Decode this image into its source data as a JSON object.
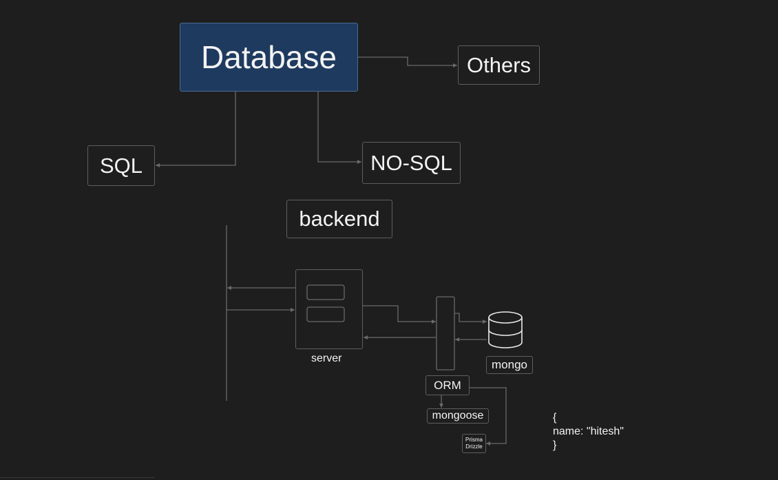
{
  "nodes": {
    "database": "Database",
    "others": "Others",
    "sql": "SQL",
    "nosql": "NO-SQL",
    "backend": "backend",
    "server": "server",
    "mongo": "mongo",
    "orm": "ORM",
    "mongoose": "mongoose",
    "prisma": "Prisma",
    "drizzle": "Drizzle"
  },
  "note": {
    "open": "{",
    "body": "name: \"hitesh\"",
    "close": "}"
  },
  "colors": {
    "background": "#1e1e1e",
    "database_fill": "#1e3a5f",
    "stroke": "#5f5f5f",
    "text": "#f4f4f4"
  }
}
